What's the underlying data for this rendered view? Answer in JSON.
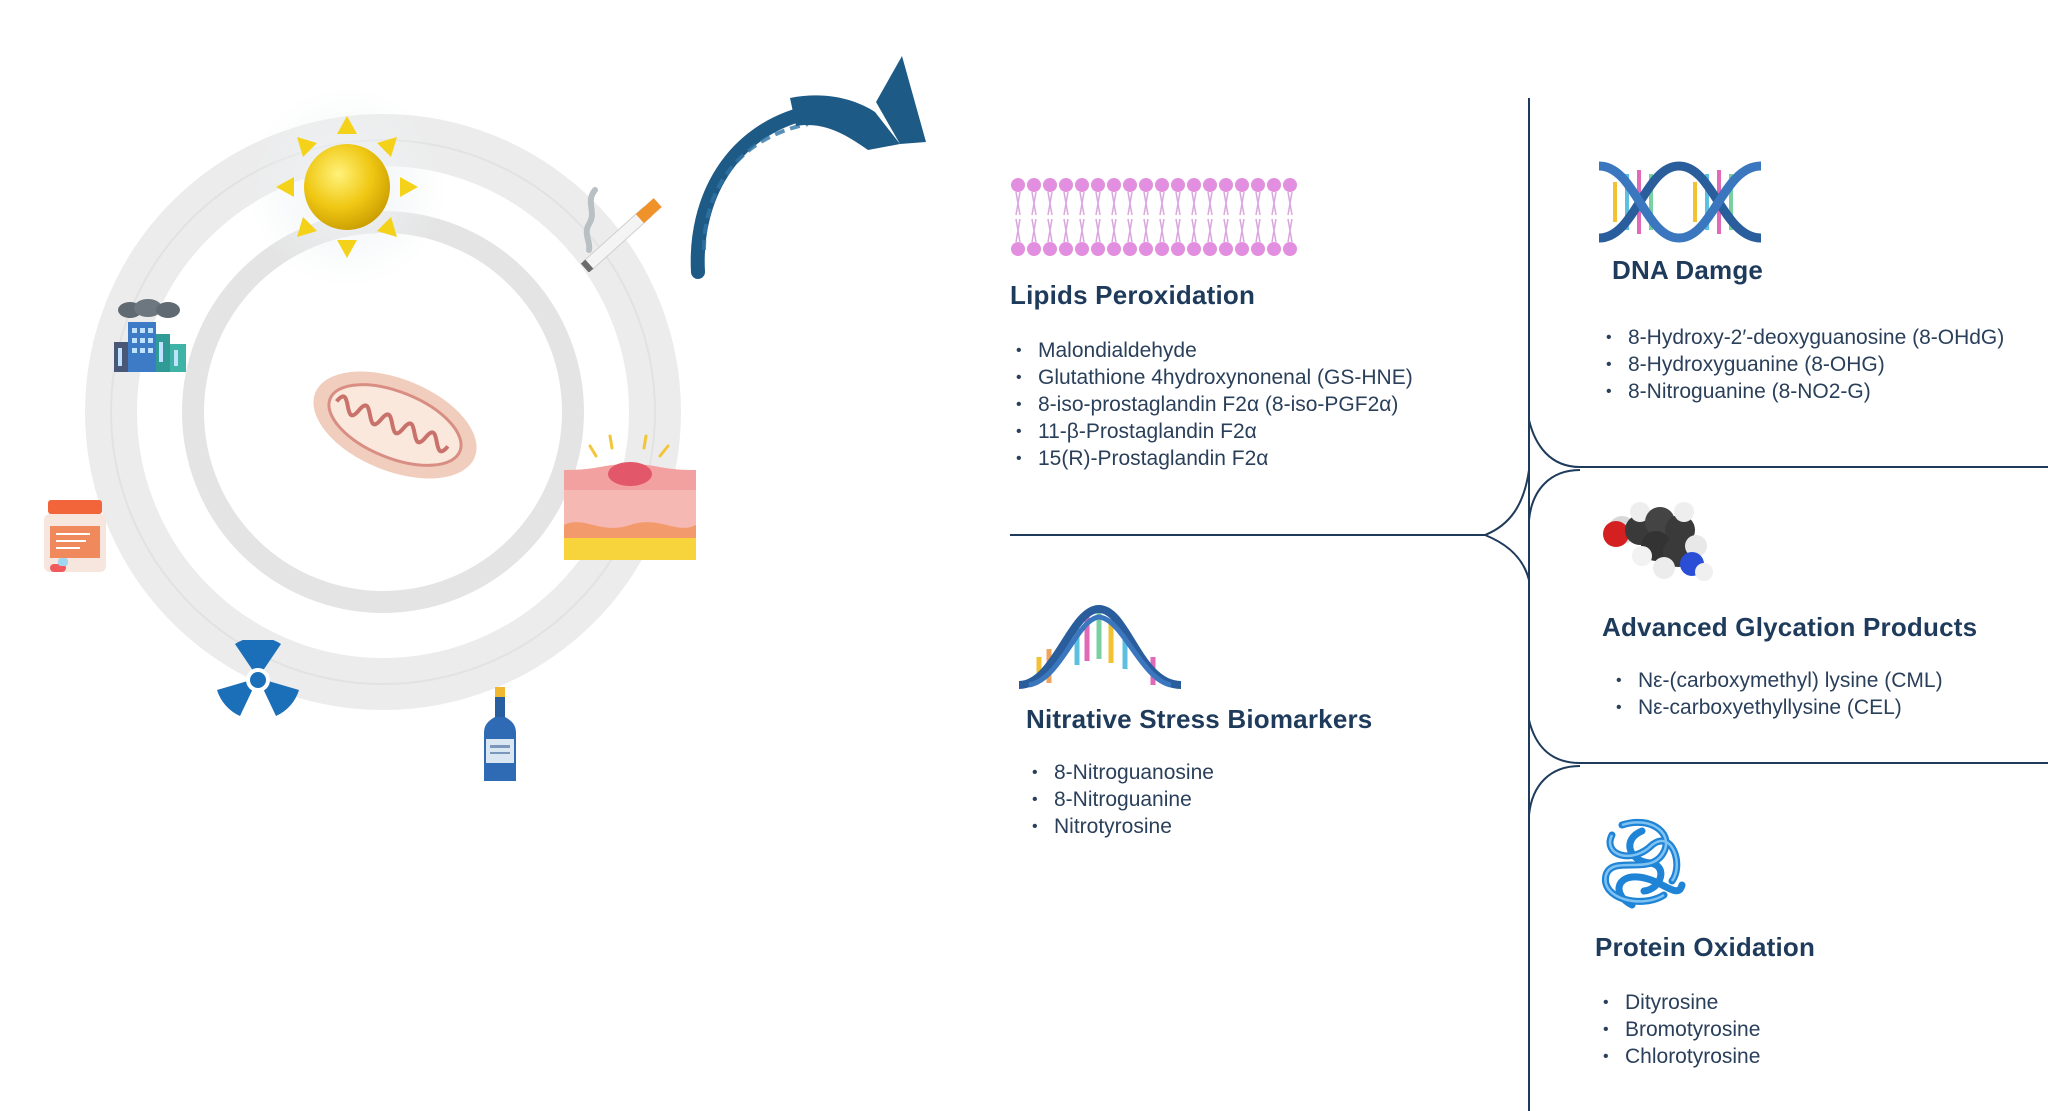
{
  "sections": {
    "lipids": {
      "title": "Lipids Peroxidation",
      "items": [
        "Malondialdehyde",
        "Glutathione 4hydroxynonenal (GS-HNE)",
        "8-iso-prostaglandin F2α (8-iso-PGF2α)",
        "11-β-Prostaglandin F2α",
        "15(R)-Prostaglandin F2α"
      ]
    },
    "nitrative": {
      "title": "Nitrative Stress Biomarkers",
      "items": [
        "8-Nitroguanosine",
        "8-Nitroguanine",
        "Nitrotyrosine"
      ]
    },
    "dna": {
      "title": "DNA Damge",
      "items": [
        "8-Hydroxy-2′-deoxyguanosine (8-OHdG)",
        "8-Hydroxyguanine (8-OHG)",
        "8-Nitroguanine (8-NO2-G)"
      ]
    },
    "glycation": {
      "title": "Advanced Glycation Products",
      "items": [
        "Nε-(carboxymethyl) lysine (CML)",
        "Nε-carboxyethyllysine (CEL)"
      ]
    },
    "protein": {
      "title": "Protein Oxidation",
      "items": [
        "Dityrosine",
        "Bromotyrosine",
        "Chlorotyrosine"
      ]
    }
  },
  "icons": {
    "sources": [
      "sun-icon",
      "cigarette-icon",
      "factory-icon",
      "mitochondria-icon",
      "skin-inflammation-icon",
      "medication-icon",
      "radiation-icon",
      "alcohol-bottle-icon"
    ],
    "biomarkers": [
      "lipid-bilayer-icon",
      "dna-helix-icon",
      "dna-wave-icon",
      "molecule-icon",
      "protein-icon"
    ]
  },
  "colors": {
    "arrow": "#1e5a86",
    "title": "#1f3b5c",
    "line": "#1f3b5c"
  }
}
